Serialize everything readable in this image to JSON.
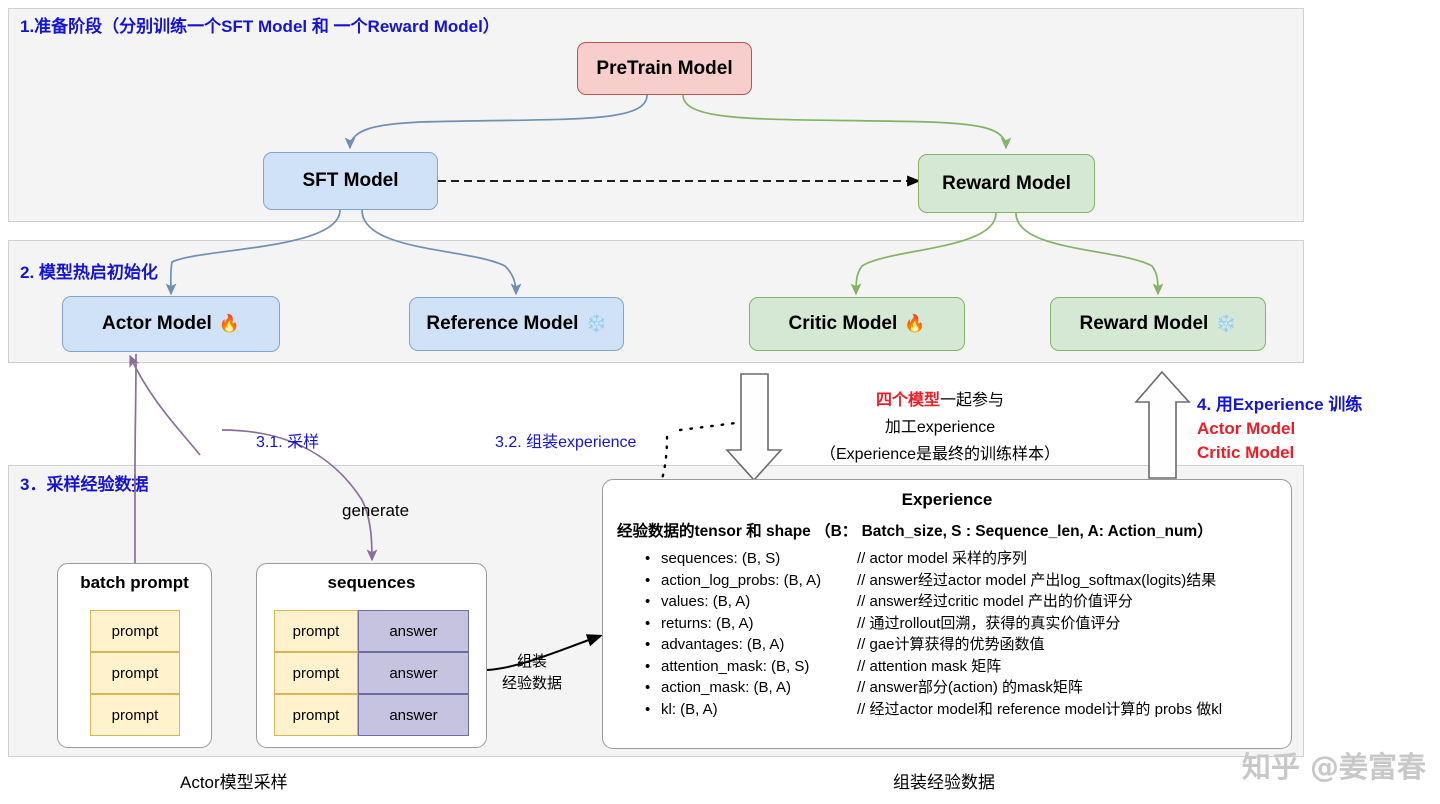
{
  "panels": [
    {
      "id": "prepare",
      "title": "1.准备阶段（分别训练一个SFT Model 和 一个Reward Model）"
    },
    {
      "id": "warmstart",
      "title": "2. 模型热启初始化"
    },
    {
      "id": "sampling",
      "title": "3．采样经验数据"
    }
  ],
  "nodes": {
    "pretrain": {
      "label": "PreTrain  Model",
      "color": "pink",
      "icon": ""
    },
    "sft": {
      "label": "SFT  Model",
      "color": "blue",
      "icon": ""
    },
    "reward_top": {
      "label": "Reward  Model",
      "color": "green",
      "icon": ""
    },
    "actor": {
      "label": "Actor Model",
      "color": "blue",
      "icon": "🔥"
    },
    "reference": {
      "label": "Reference Model",
      "color": "blue",
      "icon": "❄️"
    },
    "critic": {
      "label": "Critic Model",
      "color": "green",
      "icon": "🔥"
    },
    "reward2": {
      "label": "Reward Model",
      "color": "green",
      "icon": "❄️"
    }
  },
  "edge_labels": {
    "step31": "3.1. 采样",
    "step32": "3.2. 组装experience",
    "generate": "generate",
    "assemble_line1": "组装",
    "assemble_line2": "经验数据"
  },
  "note_four_models": {
    "line1_red": "四个模型",
    "line1_rest": "一起参与",
    "line2": "加工experience",
    "line3": "（Experience是最终的训练样本）"
  },
  "step4": {
    "line1": "4. 用Experience 训练",
    "line2": "Actor Model",
    "line3": "Critic Model"
  },
  "batch_prompt": {
    "title": "batch prompt",
    "rows": [
      {
        "prompt": "prompt"
      },
      {
        "prompt": "prompt"
      },
      {
        "prompt": "prompt"
      }
    ]
  },
  "sequences": {
    "title": "sequences",
    "rows": [
      {
        "prompt": "prompt",
        "answer": "answer"
      },
      {
        "prompt": "prompt",
        "answer": "answer"
      },
      {
        "prompt": "prompt",
        "answer": "answer"
      }
    ]
  },
  "experience": {
    "title": "Experience",
    "subtitle": "经验数据的tensor 和 shape  （B：  Batch_size, S : Sequence_len,  A: Action_num）",
    "items": [
      {
        "field": "sequences: (B, S)",
        "comment": "// actor model 采样的序列"
      },
      {
        "field": "action_log_probs: (B, A)",
        "comment": "// answer经过actor model 产出log_softmax(logits)结果"
      },
      {
        "field": "values: (B, A)",
        "comment": "// answer经过critic model 产出的价值评分"
      },
      {
        "field": "returns: (B, A)",
        "comment": "// 通过rollout回溯，获得的真实价值评分"
      },
      {
        "field": "advantages: (B, A)",
        "comment": "// gae计算获得的优势函数值"
      },
      {
        "field": "attention_mask: (B, S)",
        "comment": "// attention mask 矩阵"
      },
      {
        "field": "action_mask: (B, A)",
        "comment": "// answer部分(action) 的mask矩阵"
      },
      {
        "field": "kl: (B, A)",
        "comment": "// 经过actor model和 reference model计算的 probs 做kl"
      }
    ]
  },
  "captions": {
    "left": "Actor模型采样",
    "right": "组装经验数据"
  },
  "watermark": "知乎 @姜富春",
  "colors": {
    "panel_bg": "#f4f4f4",
    "panel_border": "#cfcfcf",
    "title_blue": "#1414d2",
    "accent_red": "#ee1c25",
    "pink_fill": "#f8cecc",
    "pink_stroke": "#b85450",
    "blue_fill": "#cfe2f7",
    "blue_stroke": "#7ea6d4",
    "green_fill": "#d5e8d4",
    "green_stroke": "#82b366",
    "prompt_fill": "#fff2cc",
    "prompt_stroke": "#d6b656",
    "answer_fill": "#c5c3e0",
    "answer_stroke": "#6f6ca0",
    "edge_blue": "#6f8fb5",
    "edge_green": "#82b366",
    "edge_purple": "#8a6f9e"
  }
}
